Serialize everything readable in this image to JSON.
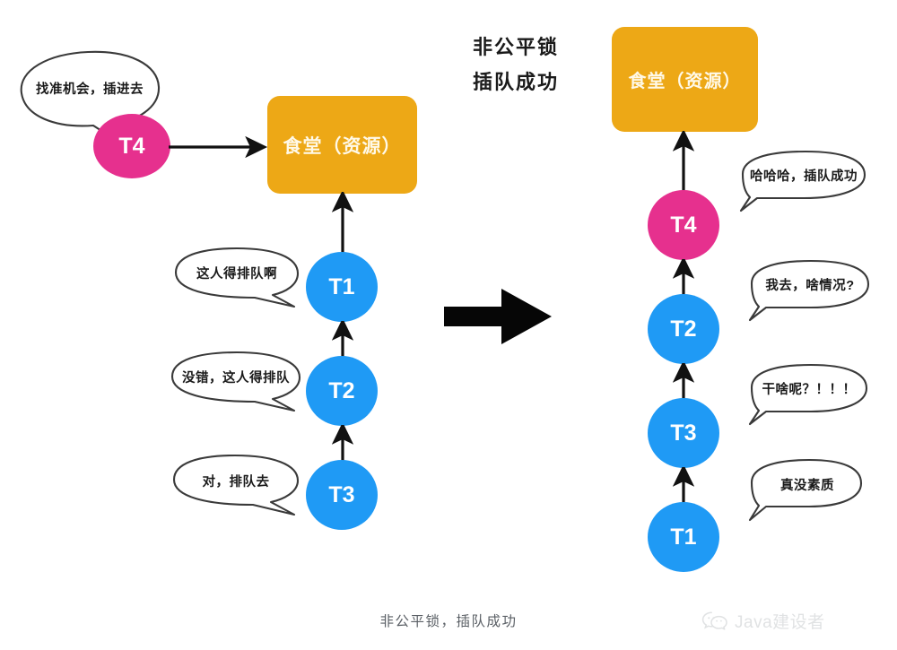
{
  "center_title": {
    "line1": "非公平锁",
    "line2": "插队成功"
  },
  "bottom_caption": "非公平锁，插队成功",
  "watermark": {
    "icon": "wechat-icon",
    "label": "Java建设者"
  },
  "colors": {
    "resource_box": "#EDA816",
    "resource_text": "#FFF9E8",
    "thread_blue": "#1F9AF5",
    "thread_pink": "#E6308E",
    "arrow": "#111111",
    "bubble_stroke": "#3a3a3a",
    "caption_text": "#5b6066"
  },
  "left_panel": {
    "resource": {
      "label": "食堂（资源）"
    },
    "queue": [
      {
        "id": "T1",
        "label": "T1",
        "color": "blue",
        "bubble": "这人得排队啊"
      },
      {
        "id": "T2",
        "label": "T2",
        "color": "blue",
        "bubble": "没错，这人得排队"
      },
      {
        "id": "T3",
        "label": "T3",
        "color": "blue",
        "bubble": "对，排队去"
      }
    ],
    "jumper": {
      "id": "T4",
      "label": "T4",
      "color": "pink",
      "bubble": "找准机会，插进去"
    }
  },
  "right_panel": {
    "resource": {
      "label": "食堂（资源）"
    },
    "queue": [
      {
        "id": "T4",
        "label": "T4",
        "color": "pink",
        "bubble": "哈哈哈，插队成功"
      },
      {
        "id": "T2",
        "label": "T2",
        "color": "blue",
        "bubble": "我去，啥情况?"
      },
      {
        "id": "T3",
        "label": "T3",
        "color": "blue",
        "bubble": "干啥呢？！！！"
      },
      {
        "id": "T1",
        "label": "T1",
        "color": "blue",
        "bubble": "真没素质"
      }
    ]
  },
  "transition": {
    "icon": "right-block-arrow"
  }
}
